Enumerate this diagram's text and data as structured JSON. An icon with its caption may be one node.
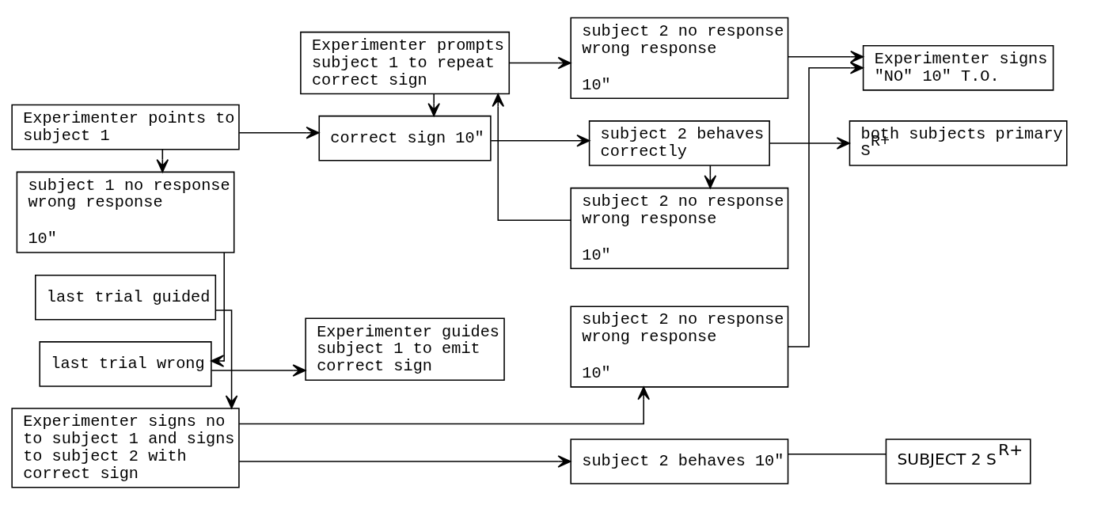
{
  "diagram": {
    "nodes": [
      {
        "text": [
          "Experimenter points to subject 1"
        ]
      },
      {
        "text": [
          "subject 1 no response wrong response",
          "10\""
        ]
      },
      {
        "text": [
          "last trial wrong"
        ]
      },
      {
        "text": [
          "last trial guided"
        ]
      },
      {
        "text": [
          "Experimenter signs no to subject 1 and signs to subject 2 with correct sign"
        ]
      },
      {
        "text": [
          "correct sign 10\""
        ]
      },
      {
        "text": [
          "Experimenter prompts subject 1 to repeat correct sign"
        ]
      },
      {
        "text": [
          "Experimenter guides subject 1 to emit correct sign"
        ]
      },
      {
        "text": [
          "subject 2 behaves correctly"
        ]
      },
      {
        "text": [
          "subject 2 no response wrong response",
          "10\""
        ]
      },
      {
        "text": [
          "subject 2 no response wrong response",
          "10\""
        ]
      },
      {
        "text": [
          "subject 2 behaves 10\""
        ]
      },
      {
        "text": [
          "subject 2 no response wrong response",
          "10\""
        ]
      },
      {
        "text": [
          "both subjects primary S$^{R+}$"
        ]
      },
      {
        "text": [
          "Experimenter signs \"NO\" 10\" T.O."
        ]
      },
      {
        "text": [
          "SUBJECT 2 S$^{R+}$"
        ]
      }
    ],
    "edges": [
      {
        "from": 0,
        "to": 5,
        "arrow": "to"
      },
      {
        "from": 0,
        "to": 1,
        "arrow": "to"
      },
      {
        "from": 1,
        "to": 2,
        "arrow": "to"
      },
      {
        "from": 2,
        "to": 7,
        "arrow": "to"
      },
      {
        "from": 3,
        "to": 4,
        "arrow": "to"
      },
      {
        "from": 4,
        "to": 11,
        "arrow": "to"
      },
      {
        "from": 4,
        "to": 12,
        "arrow": "to"
      },
      {
        "from": 5,
        "to": 8,
        "arrow": "to"
      },
      {
        "from": 8,
        "to": 9,
        "arrow": "to"
      },
      {
        "from": 8,
        "to": 13,
        "arrow": "to"
      },
      {
        "from": 9,
        "to": 6,
        "arrow": "to"
      },
      {
        "from": 6,
        "to": 5,
        "arrow": "to"
      },
      {
        "from": 6,
        "to": 10,
        "arrow": "to"
      },
      {
        "from": 10,
        "to": 14,
        "arrow": "to"
      },
      {
        "from": 11,
        "to": 15,
        "arrow": "none"
      },
      {
        "from": 12,
        "to": 14,
        "arrow": "to"
      }
    ]
  }
}
